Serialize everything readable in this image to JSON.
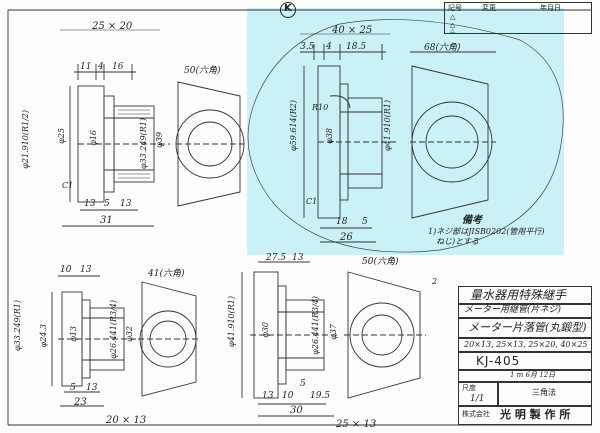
{
  "header": {
    "logo_letter": "K"
  },
  "views": {
    "tl": {
      "title": "25 × 20",
      "top_dims": [
        "11",
        "4",
        "16"
      ],
      "hex": "50(六角)",
      "left_dia": "φ21.910(R1/2)",
      "mid_dia": "φ25",
      "inner_dia": "φ16",
      "right_dia1": "φ33.249(R1)",
      "right_dia2": "φ39",
      "bottom_dims": [
        "13",
        "5",
        "13"
      ],
      "total": "31",
      "chamfer": "C1"
    },
    "tr": {
      "title": "40 × 25",
      "top_dims": [
        "3.5",
        "4",
        "18.5"
      ],
      "hex": "68(六角)",
      "r_label": "R10",
      "left_dia": "φ59.614(R2)",
      "mid_dia": "φ38",
      "right_dia": "φ41.910(R1)",
      "bottom_dims": [
        "18",
        "5"
      ],
      "total": "26",
      "chamfer": "C1",
      "note_title": "備考",
      "note_lines": [
        "1)ネジ部はJISB0202(管用平行)",
        "ねじ)とする"
      ]
    },
    "bl": {
      "title": "20 × 13",
      "top_dims": [
        "10",
        "13"
      ],
      "hex": "41(六角)",
      "left_dia": "φ33.249(R1)",
      "mid_dia": "φ24.3",
      "inner_dia": "φ13",
      "right_dia": "φ26.441(R3/4)",
      "right_dia2": "φ32",
      "bottom_dims": [
        "5",
        "13"
      ],
      "total": "23"
    },
    "bm": {
      "title": "25 × 13",
      "top_dims": [
        "27.5",
        "13"
      ],
      "hex": "50(六角)",
      "left_dia": "φ41.910(R1)",
      "mid_dia": "φ30",
      "right_dia": "φ26.441(R3/4)",
      "right_dia2": "φ37",
      "bottom_dims": [
        "13",
        "10",
        "19.5",
        "5"
      ],
      "total": "30",
      "mark": "2"
    }
  },
  "title_block": {
    "heading": "量水器用特殊継手",
    "sub": "メーター用継管(片ネジ)",
    "name": "メーター片落管(丸鍛型)",
    "sizes": "20×13, 25×13, 25×20, 40×25",
    "code": "KJ-405",
    "scale_label": "尺度",
    "scale": "1/1",
    "method": "三角法",
    "date": "1 m 6月 12日",
    "company_label": "株式会社",
    "company": "光 明 製 作 所",
    "rev_cols": [
      "記号",
      "変更",
      "年月日"
    ],
    "rev_marks": [
      "△",
      "△",
      "△"
    ]
  }
}
